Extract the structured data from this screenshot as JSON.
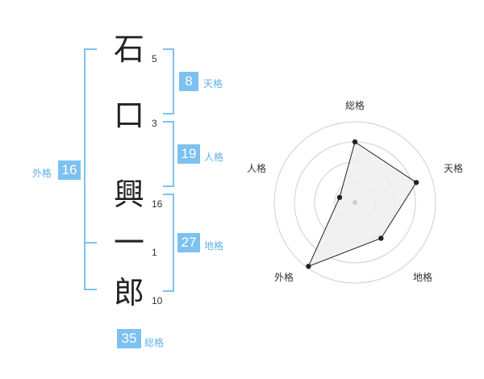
{
  "name": {
    "characters": [
      {
        "char": "石",
        "strokes": "5"
      },
      {
        "char": "口",
        "strokes": "3"
      },
      {
        "char": "興",
        "strokes": "16"
      },
      {
        "char": "一",
        "strokes": "1"
      },
      {
        "char": "郎",
        "strokes": "10"
      }
    ]
  },
  "fortunes": {
    "tenkaku": {
      "value": "8",
      "label": "天格"
    },
    "jinkaku": {
      "value": "19",
      "label": "人格"
    },
    "chikaku": {
      "value": "27",
      "label": "地格"
    },
    "gaikaku": {
      "value": "16",
      "label": "外格"
    },
    "soukaku": {
      "value": "35",
      "label": "総格"
    }
  },
  "chart_data": {
    "type": "radar",
    "axes": [
      "総格",
      "天格",
      "地格",
      "外格",
      "人格"
    ],
    "values": [
      0.75,
      0.8,
      0.55,
      0.98,
      0.2
    ],
    "max": 1,
    "rings": 4,
    "colors": {
      "fill": "#efefef",
      "line": "#222222",
      "grid": "#cfcfcf",
      "accent": "#7cc1ef"
    }
  }
}
